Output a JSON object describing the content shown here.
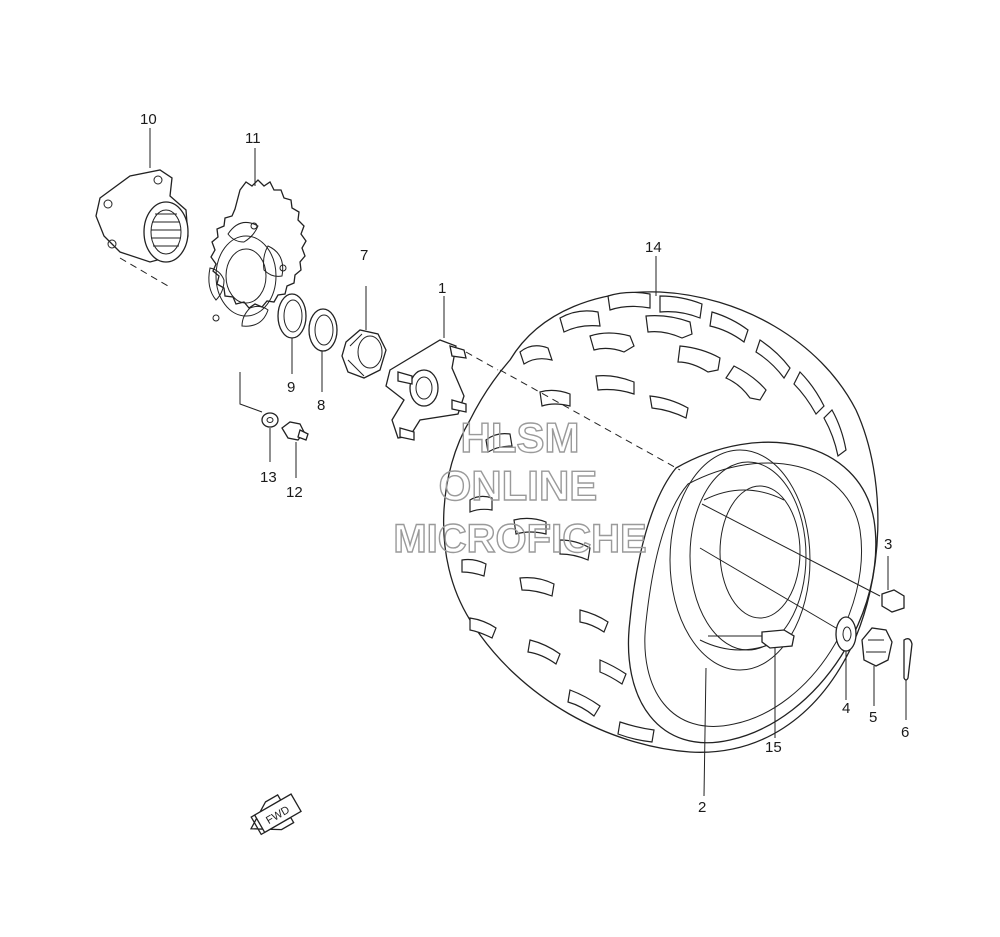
{
  "labels": {
    "p1": "1",
    "p2": "2",
    "p3": "3",
    "p4": "4",
    "p5": "5",
    "p6": "6",
    "p7": "7",
    "p8": "8",
    "p9": "9",
    "p10": "10",
    "p11": "11",
    "p12": "12",
    "p13": "13",
    "p14": "14",
    "p15": "15"
  },
  "watermark": {
    "line1": "HLSM",
    "line2": "ONLINE",
    "line3": "MICROFICHE",
    "color": "#9a9a9a"
  },
  "fwd_arrow": {
    "text": "FWD",
    "icon": "fwd-arrow-icon"
  }
}
